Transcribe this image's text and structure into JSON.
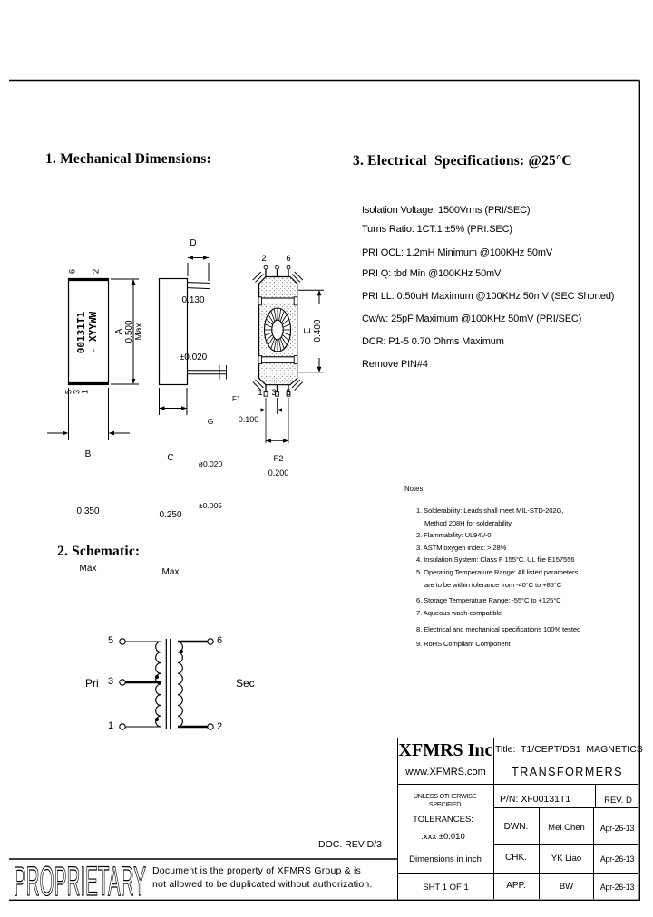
{
  "page": {
    "doc_rev": "DOC. REV D/3"
  },
  "sections": {
    "mechanical_heading": "1. Mechanical Dimensions:",
    "schematic_heading": "2. Schematic:",
    "electrical_heading": "3. Electrical  Specifications: @25°C"
  },
  "electrical": {
    "lines": [
      "Isolation Voltage: 1500Vrms (PRI/SEC)",
      "Turns Ratio: 1CT:1 ±5% (PRI:SEC)",
      "PRI OCL: 1.2mH Minimum @100KHz 50mV",
      "PRI Q: tbd Min @100KHz 50mV",
      "PRI LL: 0.50uH Maximum @100KHz 50mV (SEC Shorted)",
      "Cw/w: 25pF Maximum @100KHz 50mV (PRI/SEC)",
      "DCR: P1-5 0.70 Ohms Maximum",
      "Remove PIN#4"
    ]
  },
  "mech": {
    "marking_line1": "00131T1",
    "marking_line2": "- XYYWW",
    "topview_pins_top": [
      "6",
      "2"
    ],
    "topview_pins_bottom": [
      "5",
      "3",
      "1"
    ],
    "frontview_pins_top": [
      "2",
      "6"
    ],
    "frontview_pins_bottom": [
      "1",
      "3",
      "5"
    ],
    "dim_a": [
      "A",
      "0.500",
      "Max"
    ],
    "dim_b": [
      "B",
      "0.350",
      "Max"
    ],
    "dim_c": [
      "C",
      "0.250",
      "Max"
    ],
    "dim_d": [
      "D",
      "0.130",
      "±0.020"
    ],
    "dim_e": [
      "E",
      "0.400"
    ],
    "dim_f1": [
      "F1",
      "0.100"
    ],
    "dim_f2": [
      "F2",
      "0.200"
    ],
    "dim_g": [
      "G",
      "ø0.020",
      "±0.005"
    ]
  },
  "schematic": {
    "pri": "Pri",
    "sec": "Sec",
    "pin5": "5",
    "pin3": "3",
    "pin1": "1",
    "pin6": "6",
    "pin2": "2"
  },
  "notes": {
    "heading": "Notes:",
    "lines": [
      "1. Solderability: Leads shall meet MIL-STD-202G,",
      "Method 208H for solderability.",
      "2. Flammability: UL94V-0",
      "3. ASTM oxygen index: > 28%",
      "4. Insulation System: Class F 155°C. UL file E157556",
      "5. Operating Temperature Range: All listed parameters",
      "are to be within tolerance from -40°C to +85°C",
      "6. Storage Temperature Range: -55°C to +125°C",
      "7. Aqueous wash compatible",
      "8. Electrical and mechanical specifications 100% tested",
      "9. RoHS Compliant Component"
    ]
  },
  "titleblock": {
    "company": "XFMRS Inc",
    "website": "www.XFMRS.com",
    "title_line1": "Title:  T1/CEPT/DS1  MAGNETICS",
    "title_line2": "TRANSFORMERS",
    "unless": "UNLESS OTHERWISE SPECIFIED",
    "tolerances": "TOLERANCES:",
    "tolerance_value": ".xxx ±0.010",
    "dimensions_in": "Dimensions in  inch",
    "sheet": "SHT 1 OF 1",
    "pn": "P/N: XF00131T1",
    "rev": "REV. D",
    "rows": [
      {
        "role": "DWN.",
        "name": "Mei Chen",
        "date": "Apr-26-13"
      },
      {
        "role": "CHK.",
        "name": "YK Liao",
        "date": "Apr-26-13"
      },
      {
        "role": "APP.",
        "name": "BW",
        "date": "Apr-26-13"
      }
    ]
  },
  "proprietary": {
    "word": "PROPRIETARY",
    "line1": "Document is the property of XFMRS Group & is",
    "line2": "not allowed to be duplicated without authorization."
  },
  "colors": {
    "ink": "#000000",
    "paper": "#ffffff"
  }
}
